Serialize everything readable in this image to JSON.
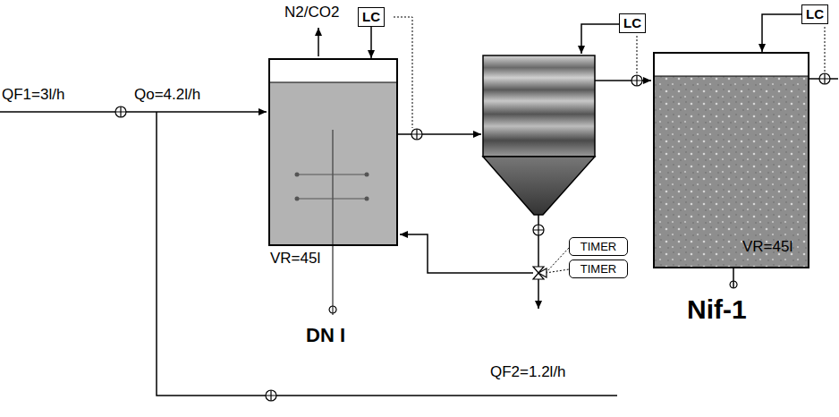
{
  "diagram": {
    "nodes": [
      {
        "text": [
          "LC"
        ]
      },
      {
        "text": [
          "LC"
        ]
      },
      {
        "text": [
          "LC"
        ]
      },
      {
        "text": [
          "VR=45l",
          "DN I"
        ]
      },
      {
        "text": [
          "VR=45l",
          "Nif-1"
        ]
      },
      {
        "text": [
          "TIMER"
        ]
      },
      {
        "text": [
          "TIMER"
        ]
      }
    ],
    "edges": [
      {
        "from": 0,
        "to": 3,
        "arrow": "to"
      },
      {
        "from": 2,
        "to": 4,
        "arrow": "to"
      }
    ],
    "labels": [
      "N2/CO2",
      "QF1=3l/h",
      "Qo=4.2l/h",
      "QF2=1.2l/h"
    ]
  }
}
